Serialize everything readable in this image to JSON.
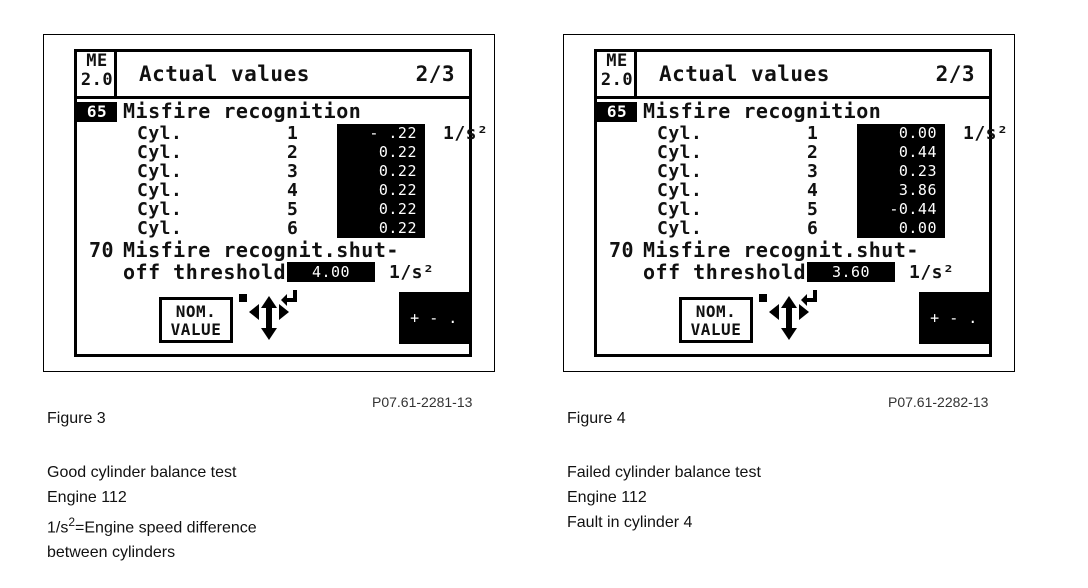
{
  "figures": [
    {
      "screen": {
        "header_code": [
          "ME",
          "2.0"
        ],
        "title": "Actual values",
        "page": "2/3",
        "block_number": "65",
        "block_title": "Misfire recognition",
        "cylinders": [
          {
            "label": "Cyl.",
            "number": "1",
            "value": "- .22"
          },
          {
            "label": "Cyl.",
            "number": "2",
            "value": "0.22"
          },
          {
            "label": "Cyl.",
            "number": "3",
            "value": "0.22"
          },
          {
            "label": "Cyl.",
            "number": "4",
            "value": "0.22"
          },
          {
            "label": "Cyl.",
            "number": "5",
            "value": "0.22"
          },
          {
            "label": "Cyl.",
            "number": "6",
            "value": "0.22"
          }
        ],
        "unit": "1/s²",
        "threshold_number": "70",
        "threshold_line1": "Misfire recognit.shut-",
        "threshold_line2": "off threshold",
        "threshold_value": "4.00",
        "threshold_unit": "1/s²",
        "nom_button": [
          "NOM.",
          "VALUE"
        ],
        "right_button": "+ - ."
      },
      "reference": "P07.61-2281-13",
      "label": "Figure 3",
      "caption_lines": [
        "Good cylinder balance test",
        "Engine 112",
        "1/s",
        "between cylinders"
      ],
      "caption_sup": "2",
      "caption_rest": "=Engine speed difference"
    },
    {
      "screen": {
        "header_code": [
          "ME",
          "2.0"
        ],
        "title": "Actual values",
        "page": "2/3",
        "block_number": "65",
        "block_title": "Misfire recognition",
        "cylinders": [
          {
            "label": "Cyl.",
            "number": "1",
            "value": "0.00"
          },
          {
            "label": "Cyl.",
            "number": "2",
            "value": "0.44"
          },
          {
            "label": "Cyl.",
            "number": "3",
            "value": "0.23"
          },
          {
            "label": "Cyl.",
            "number": "4",
            "value": "3.86"
          },
          {
            "label": "Cyl.",
            "number": "5",
            "value": "-0.44"
          },
          {
            "label": "Cyl.",
            "number": "6",
            "value": "0.00"
          }
        ],
        "unit": "1/s²",
        "threshold_number": "70",
        "threshold_line1": "Misfire recognit.shut-",
        "threshold_line2": "off threshold",
        "threshold_value": "3.60",
        "threshold_unit": "1/s²",
        "nom_button": [
          "NOM.",
          "VALUE"
        ],
        "right_button": "+ - ."
      },
      "reference": "P07.61-2282-13",
      "label": "Figure 4",
      "caption_lines": [
        "Failed cylinder balance test",
        "Engine 112",
        "Fault in cylinder 4"
      ]
    }
  ]
}
